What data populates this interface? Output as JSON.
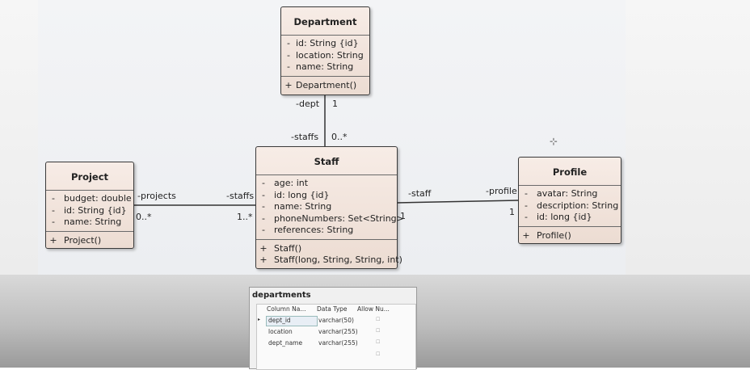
{
  "classes": {
    "department": {
      "name": "Department",
      "attributes": [
        {
          "vis": "-",
          "text": "id: String {id}"
        },
        {
          "vis": "-",
          "text": "location: String"
        },
        {
          "vis": "-",
          "text": "name: String"
        }
      ],
      "operations": [
        {
          "vis": "+",
          "text": "Department()"
        }
      ]
    },
    "staff": {
      "name": "Staff",
      "attributes": [
        {
          "vis": "-",
          "text": "age: int"
        },
        {
          "vis": "-",
          "text": "id: long {id}"
        },
        {
          "vis": "-",
          "text": "name: String"
        },
        {
          "vis": "-",
          "text": "phoneNumbers: Set<String>"
        },
        {
          "vis": "-",
          "text": "references: String"
        }
      ],
      "operations": [
        {
          "vis": "+",
          "text": "Staff()"
        },
        {
          "vis": "+",
          "text": "Staff(long, String, String, int)"
        }
      ]
    },
    "project": {
      "name": "Project",
      "attributes": [
        {
          "vis": "-",
          "text": "budget: double"
        },
        {
          "vis": "-",
          "text": "id: String {id}"
        },
        {
          "vis": "-",
          "text": "name: String"
        }
      ],
      "operations": [
        {
          "vis": "+",
          "text": "Project()"
        }
      ]
    },
    "profile": {
      "name": "Profile",
      "attributes": [
        {
          "vis": "-",
          "text": "avatar: String"
        },
        {
          "vis": "-",
          "text": "description: String"
        },
        {
          "vis": "-",
          "text": "id: long {id}"
        }
      ],
      "operations": [
        {
          "vis": "+",
          "text": "Profile()"
        }
      ]
    }
  },
  "associations": {
    "dept_staff": {
      "dept_role": "-dept",
      "dept_mult": "1",
      "staff_role": "-staffs",
      "staff_mult": "0..*"
    },
    "project_staff": {
      "project_role": "-projects",
      "project_mult": "0..*",
      "staff_role": "-staffs",
      "staff_mult": "1..*"
    },
    "staff_profile": {
      "staff_role": "-staff",
      "staff_mult": "1",
      "profile_role": "-profile",
      "profile_mult": "1"
    }
  },
  "move_cursor": "⊹",
  "db_table": {
    "title": "departments",
    "headers": [
      "Column Na...",
      "Data Type",
      "Allow Nu..."
    ],
    "rows": [
      {
        "marker": "▸",
        "column": "dept_id",
        "type": "varchar(50)",
        "nulls": "☐"
      },
      {
        "marker": "",
        "column": "location",
        "type": "varchar(255)",
        "nulls": "☐"
      },
      {
        "marker": "",
        "column": "dept_name",
        "type": "varchar(255)",
        "nulls": "☐"
      },
      {
        "marker": "",
        "column": "",
        "type": "",
        "nulls": "☐"
      }
    ]
  }
}
